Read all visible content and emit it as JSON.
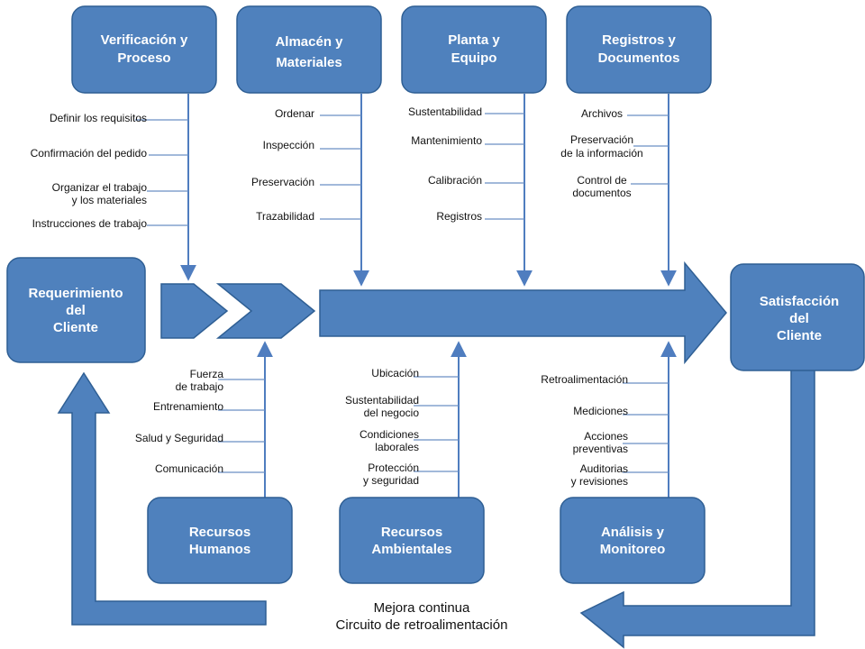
{
  "colors": {
    "box_fill": "#4f81bd",
    "box_stroke": "#2f5f94",
    "line": "#4f7dbf",
    "tick": "#6b8fc4"
  },
  "top_branches": [
    {
      "title": [
        "Verificación y",
        "Proceso"
      ],
      "items": [
        [
          "Definir los requisitos"
        ],
        [
          "Confirmación del pedido"
        ],
        [
          "Organizar el trabajo",
          "y  los materiales"
        ],
        [
          "Instrucciones de trabajo"
        ]
      ]
    },
    {
      "title": [
        "Almacén y",
        "Materiales"
      ],
      "items": [
        [
          "Ordenar"
        ],
        [
          "Inspección"
        ],
        [
          "Preservación"
        ],
        [
          "Trazabilidad"
        ]
      ]
    },
    {
      "title": [
        "Planta y",
        "Equipo"
      ],
      "items": [
        [
          "Sustentabilidad"
        ],
        [
          "Mantenimiento"
        ],
        [
          "Calibración"
        ],
        [
          "Registros"
        ]
      ]
    },
    {
      "title": [
        "Registros y",
        "Documentos"
      ],
      "items": [
        [
          "Archivos"
        ],
        [
          "Preservación",
          "de la información"
        ],
        [
          "Control de",
          "documentos"
        ]
      ]
    }
  ],
  "bottom_branches": [
    {
      "title": [
        "Recursos",
        "Humanos"
      ],
      "items": [
        [
          "Fuerza",
          "de trabajo"
        ],
        [
          "Entrenamiento"
        ],
        [
          "Salud y Seguridad"
        ],
        [
          "Comunicación"
        ]
      ]
    },
    {
      "title": [
        "Recursos",
        "Ambientales"
      ],
      "items": [
        [
          "Ubicación"
        ],
        [
          "Sustentabilidad",
          "del negocio"
        ],
        [
          "Condiciones",
          "laborales"
        ],
        [
          "Protección",
          "y seguridad"
        ]
      ]
    },
    {
      "title": [
        "Análisis y",
        "Monitoreo"
      ],
      "items": [
        [
          "Retroalimentación"
        ],
        [
          "Mediciones"
        ],
        [
          "Acciones",
          "preventivas"
        ],
        [
          "Auditorias",
          "y revisiones"
        ]
      ]
    }
  ],
  "start_box": {
    "title": [
      "Requerimiento",
      "del",
      "Cliente"
    ]
  },
  "end_box": {
    "title": [
      "Satisfacción",
      "del",
      "Cliente"
    ]
  },
  "caption": {
    "line1": "Mejora continua",
    "line2": "Circuito de retroalimentación"
  }
}
